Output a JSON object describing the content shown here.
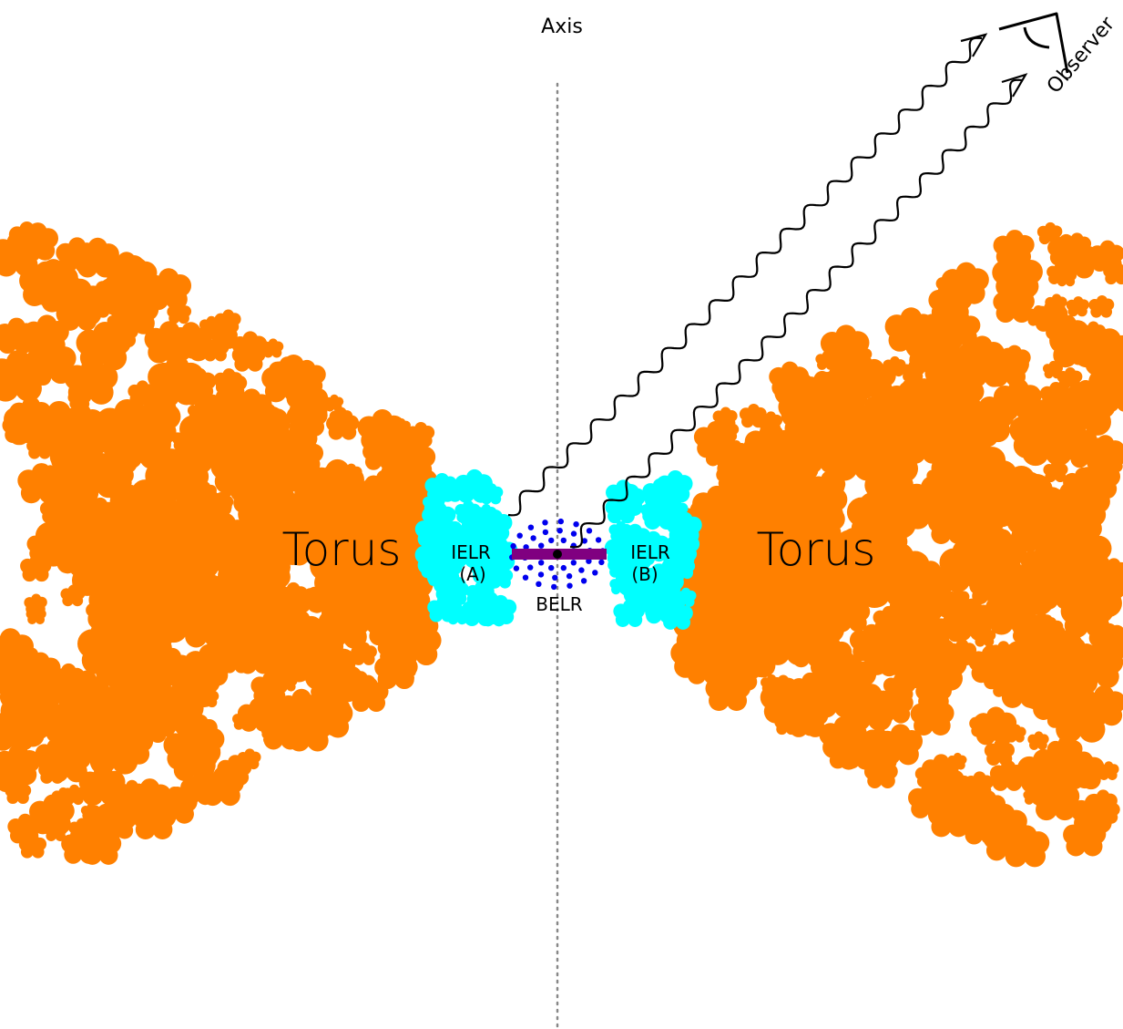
{
  "labels": {
    "axis": "Axis",
    "observer": "Observer",
    "torus_left": "Torus",
    "torus_right": "Torus",
    "ielr_a_line1": "IELR",
    "ielr_a_line2": "(A)",
    "ielr_b_line1": "IELR",
    "ielr_b_line2": "(B)",
    "belr": "BELR"
  },
  "colors": {
    "torus": "#ff8000",
    "ielr": "#00ffff",
    "belr_dots": "#0000ee",
    "accretion_disk": "#800080",
    "central_source": "#000000",
    "axis_line": "#888888",
    "rays": "#000000"
  },
  "icons": {
    "observer": "eye-icon",
    "ray_arrow": "arrow-head-icon"
  }
}
